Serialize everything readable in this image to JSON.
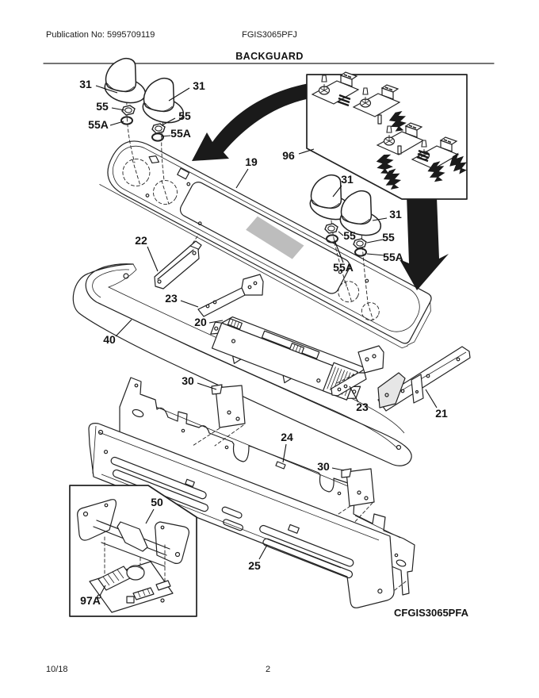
{
  "header": {
    "publication": "Publication No: 5995709119",
    "model": "FGIS3065PFJ",
    "title": "BACKGUARD"
  },
  "footer": {
    "date": "10/18",
    "page": "2"
  },
  "diagram": {
    "assembly_code": "CFGIS3065PFA",
    "callouts": [
      {
        "text": "31"
      },
      {
        "text": "31"
      },
      {
        "text": "55"
      },
      {
        "text": "55A"
      },
      {
        "text": "55"
      },
      {
        "text": "55A"
      },
      {
        "text": "96"
      },
      {
        "text": "19"
      },
      {
        "text": "31"
      },
      {
        "text": "31"
      },
      {
        "text": "55"
      },
      {
        "text": "55"
      },
      {
        "text": "55A"
      },
      {
        "text": "55A"
      },
      {
        "text": "22"
      },
      {
        "text": "23"
      },
      {
        "text": "20"
      },
      {
        "text": "40"
      },
      {
        "text": "23"
      },
      {
        "text": "21"
      },
      {
        "text": "30"
      },
      {
        "text": "24"
      },
      {
        "text": "30"
      },
      {
        "text": "50"
      },
      {
        "text": "25"
      },
      {
        "text": "97A"
      }
    ]
  }
}
